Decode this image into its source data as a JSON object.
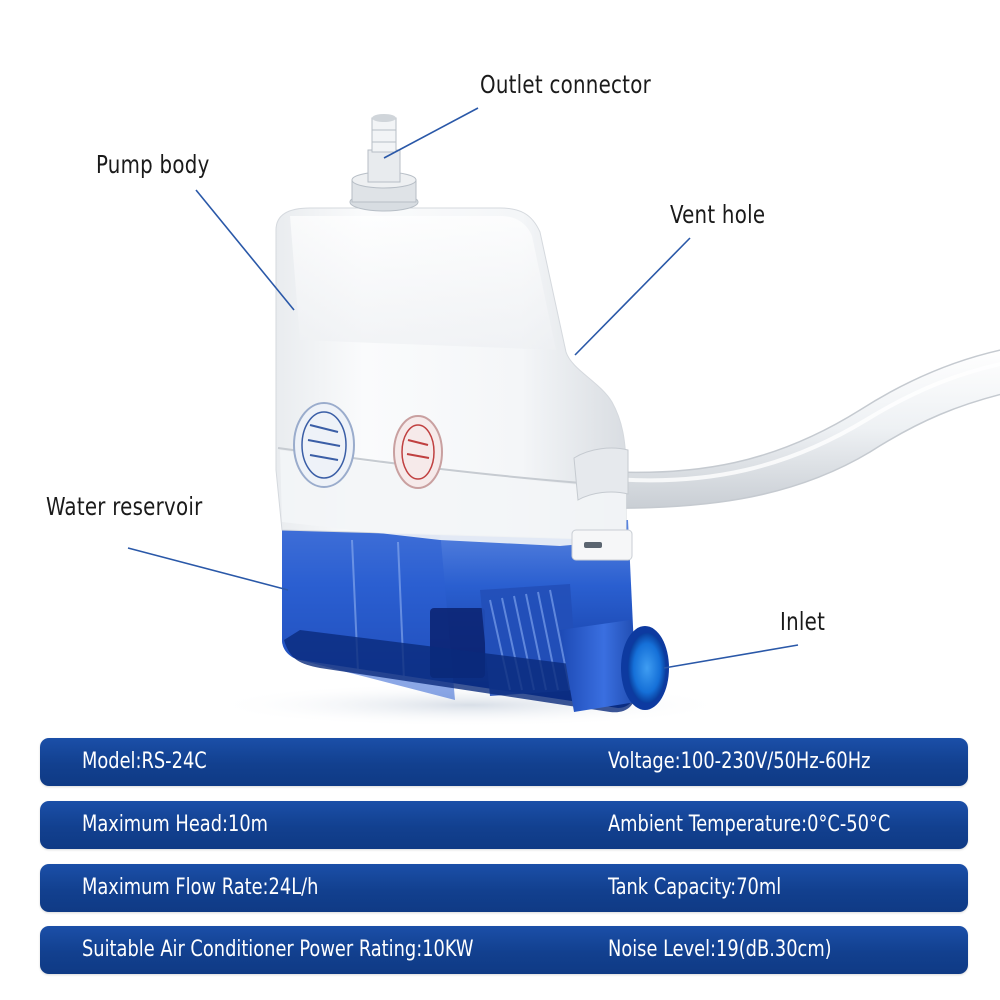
{
  "callouts": {
    "outlet": "Outlet connector",
    "pump_body": "Pump body",
    "vent": "Vent hole",
    "reservoir": "Water reservoir",
    "inlet": "Inlet"
  },
  "specs": [
    {
      "left": "Model:RS-24C",
      "right": "Voltage:100-230V/50Hz-60Hz"
    },
    {
      "left": "Maximum Head:10m",
      "right": "Ambient Temperature:0°C-50°C"
    },
    {
      "left": "Maximum Flow Rate:24L/h",
      "right": "Tank Capacity:70ml"
    },
    {
      "left": "Suitable Air Conditioner Power Rating:10KW",
      "right": "Noise Level:19(dB.30cm)"
    }
  ],
  "colors": {
    "bar": "#12408f",
    "leader_line": "#2a58a8",
    "reservoir": "#1f55c8"
  }
}
